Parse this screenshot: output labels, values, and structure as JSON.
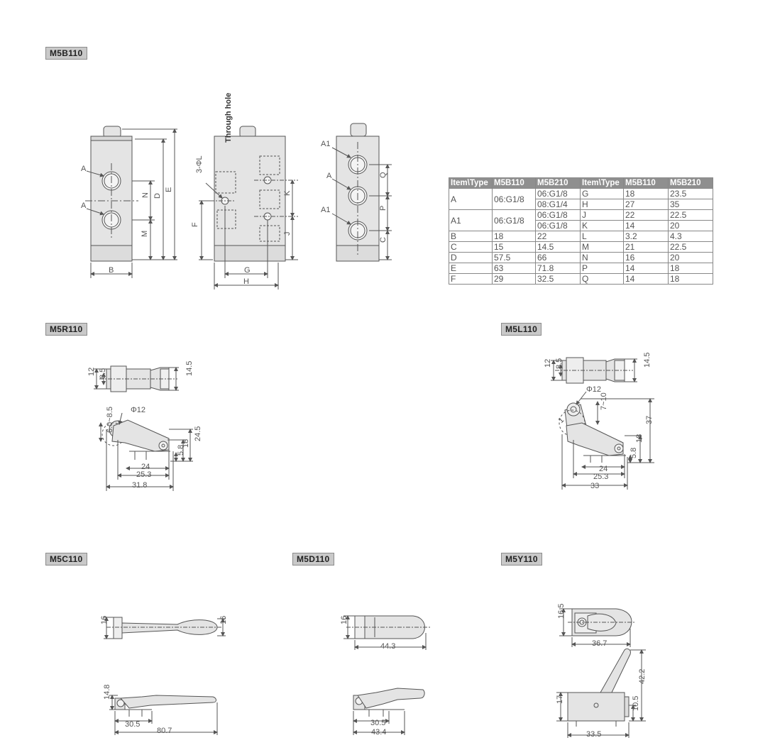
{
  "badges": {
    "m5b110": "M5B110",
    "m5r110": "M5R110",
    "m5l110": "M5L110",
    "m5c110": "M5C110",
    "m5d110": "M5D110",
    "m5y110": "M5Y110"
  },
  "front_view": {
    "port_a_top": "A",
    "port_a_bottom": "A",
    "dim_n": "N",
    "dim_m": "M",
    "dim_d": "D",
    "dim_e": "E",
    "dim_b": "B"
  },
  "side_view": {
    "hole_label": "3-ΦL",
    "through_hole": "Through hole",
    "dim_f": "F",
    "dim_k": "K",
    "dim_j": "J",
    "dim_g": "G",
    "dim_h": "H"
  },
  "back_view": {
    "port_a1_top": "A1",
    "port_a": "A",
    "port_a1_bottom": "A1",
    "dim_q": "Q",
    "dim_p": "P",
    "dim_c": "C"
  },
  "spec_table": {
    "headers": [
      "Item\\Type",
      "M5B110",
      "M5B210",
      "Item\\Type",
      "M5B110",
      "M5B210"
    ],
    "left_rows": [
      {
        "item": "A",
        "m5b110": "06:G1/8",
        "m5b210_a": "06:G1/8",
        "m5b210_b": "08:G1/4"
      },
      {
        "item": "A1",
        "m5b110": "06:G1/8",
        "m5b210_a": "06:G1/8",
        "m5b210_b": "06:G1/8"
      },
      {
        "item": "B",
        "m5b110": "18",
        "m5b210": "22"
      },
      {
        "item": "C",
        "m5b110": "15",
        "m5b210": "14.5"
      },
      {
        "item": "D",
        "m5b110": "57.5",
        "m5b210": "66"
      },
      {
        "item": "E",
        "m5b110": "63",
        "m5b210": "71.8"
      },
      {
        "item": "F",
        "m5b110": "29",
        "m5b210": "32.5"
      }
    ],
    "right_rows": [
      {
        "item": "G",
        "m5b110": "18",
        "m5b210": "23.5"
      },
      {
        "item": "H",
        "m5b110": "27",
        "m5b210": "35"
      },
      {
        "item": "J",
        "m5b110": "22",
        "m5b210": "22.5"
      },
      {
        "item": "K",
        "m5b110": "14",
        "m5b210": "20"
      },
      {
        "item": "L",
        "m5b110": "3.2",
        "m5b210": "4.3"
      },
      {
        "item": "M",
        "m5b110": "21",
        "m5b210": "22.5"
      },
      {
        "item": "N",
        "m5b110": "16",
        "m5b210": "20"
      },
      {
        "item": "P",
        "m5b110": "14",
        "m5b210": "18"
      },
      {
        "item": "Q",
        "m5b110": "14",
        "m5b210": "18"
      }
    ]
  },
  "m5r110": {
    "dim_12": "12",
    "dim_8_5": "8.5",
    "dim_14_5": "14.5",
    "dim_phi12": "Φ12",
    "dim_6_8_5": "6.0~8.5",
    "dim_24_5": "24.5",
    "dim_18": "18",
    "dim_5_8": "5.8",
    "dim_24": "24",
    "dim_25_3": "25.3",
    "dim_31_8": "31.8"
  },
  "m5l110": {
    "dim_12": "12",
    "dim_8_5": "8.5",
    "dim_14_5": "14.5",
    "dim_phi12": "Φ12",
    "dim_7_10": "7~10",
    "dim_1": "1",
    "dim_37": "37",
    "dim_18": "18",
    "dim_5_8": "5.8",
    "dim_24": "24",
    "dim_25_3": "25.3",
    "dim_33": "33"
  },
  "m5c110": {
    "dim_16_left": "16",
    "dim_16_right": "16",
    "dim_14_8": "14.8",
    "dim_30_5": "30.5",
    "dim_80_7": "80.7"
  },
  "m5d110": {
    "dim_16": "16",
    "dim_44_3": "44.3",
    "dim_30_5": "30.5",
    "dim_43_4": "43.4"
  },
  "m5y110": {
    "dim_16_5": "16.5",
    "dim_36_7": "36.7",
    "dim_17": "17",
    "dim_42_2": "42.2",
    "dim_10_5": "10.5",
    "dim_33_5": "33.5"
  },
  "colors": {
    "body_fill": "#e4e4e4",
    "line": "#555555",
    "badge_bg": "#c9c9c9"
  }
}
